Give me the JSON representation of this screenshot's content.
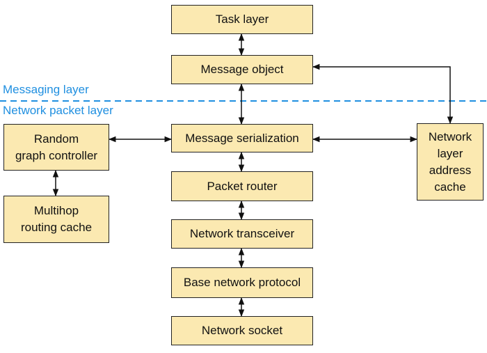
{
  "layers": {
    "messaging": "Messaging layer",
    "network_packet": "Network packet layer"
  },
  "boxes": {
    "task_layer": "Task layer",
    "message_object": "Message object",
    "message_serialization": "Message serialization",
    "packet_router": "Packet router",
    "network_transceiver": "Network transceiver",
    "base_network_protocol": "Base network protocol",
    "network_socket": "Network socket",
    "random_graph_controller": "Random\ngraph controller",
    "multihop_routing_cache": "Multihop\nrouting cache",
    "network_layer_address_cache": "Network\nlayer\naddress\ncache"
  },
  "colors": {
    "box_fill": "#fbe9b1",
    "box_border": "#222222",
    "layer_line": "#1f8fe0"
  }
}
